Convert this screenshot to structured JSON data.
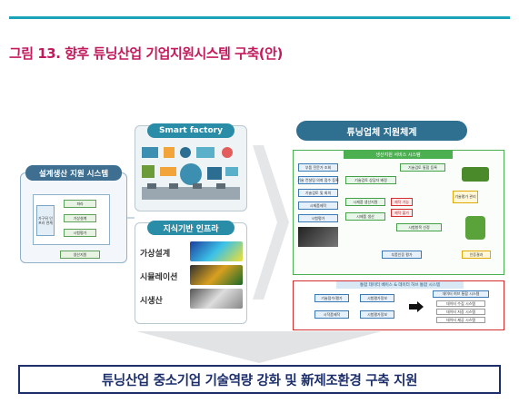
{
  "figure": {
    "title": "그림 13. 향후 튜닝산업 기업지원시스템 구축(안)"
  },
  "design_system": {
    "title": "설계생산 지원 시스템",
    "left_box": "가구뒤 인프라 연계",
    "items": [
      "파라",
      "가상설계",
      "시험평가"
    ],
    "bottom": "생산지원"
  },
  "smart_factory": {
    "title": "Smart factory"
  },
  "knowledge_infra": {
    "title": "지식기반 인프라",
    "items": [
      "가상설계",
      "시뮬레이션",
      "시생산"
    ]
  },
  "support_system": {
    "title": "튜닝업체 지원체계",
    "service_header": "생산지원 서비스 시스템",
    "integration_header": "통합 데이터 베이스 & 데이터 허브 통합 시스템",
    "service_items": [
      "부품 전문가 조회",
      "기술 컨설팅 의뢰 접수 등록",
      "기술검토 및 회의",
      "시제품제작",
      "시험평가",
      "기술검토 통합 등록",
      "기술검토 상담자 배정",
      "시제품 생산지원",
      "시제품 생산",
      "시험항목 선정",
      "제작 가능",
      "제작 불가",
      "기술평가 관리",
      "부품인증 평가",
      "인증결과"
    ],
    "integration_items": [
      "기술접수/평가",
      "시험평가정보",
      "시작품제작",
      "시험평가정보",
      "데이터 허브 통합 시스템",
      "데이터 수집 시스템",
      "데이터 저장 시스템",
      "데이터 제공 시스템"
    ]
  },
  "banner": {
    "text": "튜닝산업 중소기업 기술역량 강화 및 新제조환경 구축 지원"
  },
  "colors": {
    "title": "#c21a5c",
    "rule": "#1aa3b8",
    "banner": "#1d2f6b",
    "accent": "#2a8da8"
  }
}
